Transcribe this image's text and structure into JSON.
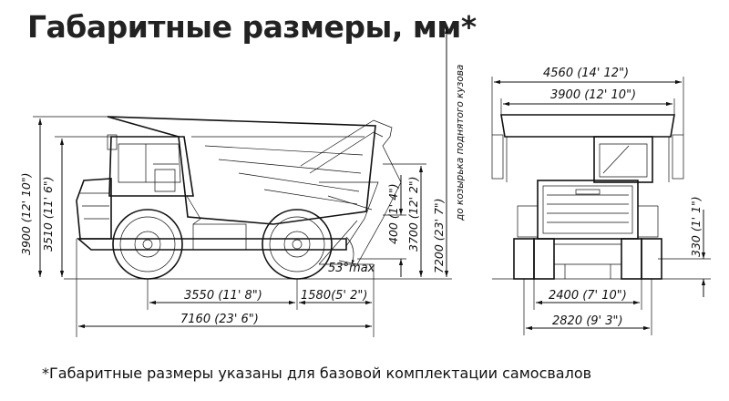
{
  "title": "Габаритные размеры, мм*",
  "footnote": "*Габаритные размеры указаны для базовой комплектации самосвалов",
  "side_view": {
    "height_total": "3900 (12' 10\")",
    "height_cab": "3510 (11' 6\")",
    "height_raised": "7200 (23' 7\")",
    "raised_label": "до козырька поднятого кузова",
    "body_height": "3700 (12' 2\")",
    "rear_overhang_h": "400 (1' 4\")",
    "dump_angle": "53°max",
    "wheelbase": "3550 (11' 8\")",
    "rear_overhang": "1580(5' 2\")",
    "length_total": "7160 (23' 6\")"
  },
  "front_view": {
    "width_total": "4560 (14' 12\")",
    "width_body": "3900 (12' 10\")",
    "mirror_height": "330 (1' 1\")",
    "track_front": "2400 (7' 10\")",
    "track_rear": "2820 (9' 3\")"
  }
}
